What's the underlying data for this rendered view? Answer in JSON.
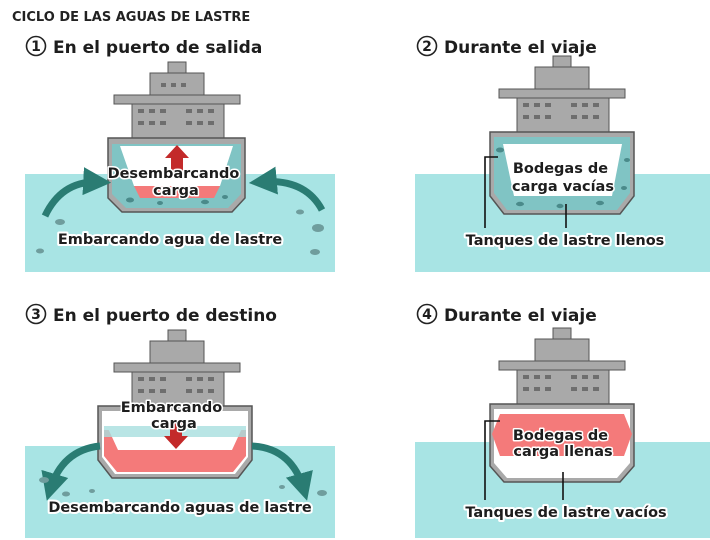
{
  "title": "CICLO DE LAS AGUAS DE LASTRE",
  "colors": {
    "water": "#a8e4e4",
    "ship_gray": "#a9a9a9",
    "ship_outline": "#555555",
    "cargo_red": "#f47a7a",
    "arrow_red": "#c32a2a",
    "arrow_teal": "#2a7c73",
    "ballast_teal": "#80c4c4"
  },
  "panels": [
    {
      "number": "1",
      "heading": "En el puerto de salida",
      "inner_label": [
        "Desembarcando",
        "carga"
      ],
      "bottom_label": "Embarcando agua de lastre"
    },
    {
      "number": "2",
      "heading": "Durante el viaje",
      "inner_label": [
        "Bodegas de",
        "carga vacías"
      ],
      "bottom_label": "Tanques de lastre llenos"
    },
    {
      "number": "3",
      "heading": "En el puerto de destino",
      "inner_label": [
        "Embarcando",
        "carga"
      ],
      "bottom_label": "Desembarcando aguas de lastre"
    },
    {
      "number": "4",
      "heading": "Durante el viaje",
      "inner_label": [
        "Bodegas de",
        "carga llenas"
      ],
      "bottom_label": "Tanques de lastre vacíos"
    }
  ]
}
